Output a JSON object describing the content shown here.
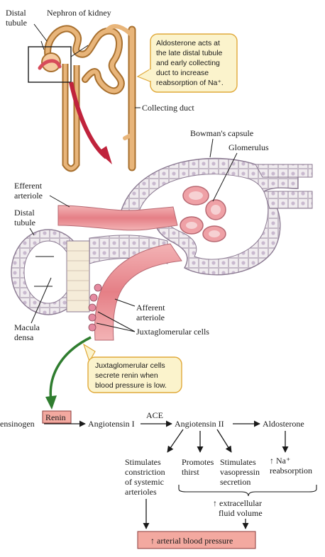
{
  "labels": {
    "distal_tubule_top": [
      "Distal",
      "tubule"
    ],
    "nephron_title": "Nephron of kidney",
    "collecting_duct": "Collecting duct",
    "bowmans_capsule": "Bowman's capsule",
    "glomerulus": "Glomerulus",
    "efferent_arteriole": [
      "Efferent",
      "arteriole"
    ],
    "distal_tubule_mid": [
      "Distal",
      "tubule"
    ],
    "afferent_arteriole": [
      "Afferent",
      "arteriole"
    ],
    "macula_densa": [
      "Macula",
      "densa"
    ],
    "juxtaglomerular_cells": "Juxtaglomerular cells"
  },
  "callouts": {
    "aldosterone": [
      "Aldosterone acts at",
      "the late distal tubule",
      "and early collecting",
      "duct to increase",
      "reabsorption of Na⁺."
    ],
    "renin": [
      "Juxtaglomerular cells",
      "secrete renin when",
      "blood pressure is low."
    ]
  },
  "flow": {
    "renin": "Renin",
    "angiotensinogen": "ensinogen",
    "angiotensin_1": "Angiotensin I",
    "ace": "ACE",
    "angiotensin_2": "Angiotensin II",
    "aldosterone": "Aldosterone",
    "effect_constriction": [
      "Stimulates",
      "constriction",
      "of systemic",
      "arterioles"
    ],
    "effect_thirst": [
      "Promotes",
      "thirst"
    ],
    "effect_vasopressin": [
      "Stimulates",
      "vasopressin",
      "secretion"
    ],
    "effect_na": [
      "↑ Na⁺",
      "reabsorption"
    ],
    "ecf_volume": [
      "↑ extracellular",
      "fluid volume"
    ],
    "result": "↑ arterial blood pressure"
  },
  "colors": {
    "tubule": "#e8b57a",
    "tubule_dark": "#a8702f",
    "vessel": "#e78a8f",
    "arrow_red": "#c0233c",
    "arrow_green": "#2f7d2f",
    "callout_fill": "#fbf3cc",
    "callout_stroke": "#e0a93a",
    "box_fill": "#f3a9a0"
  }
}
